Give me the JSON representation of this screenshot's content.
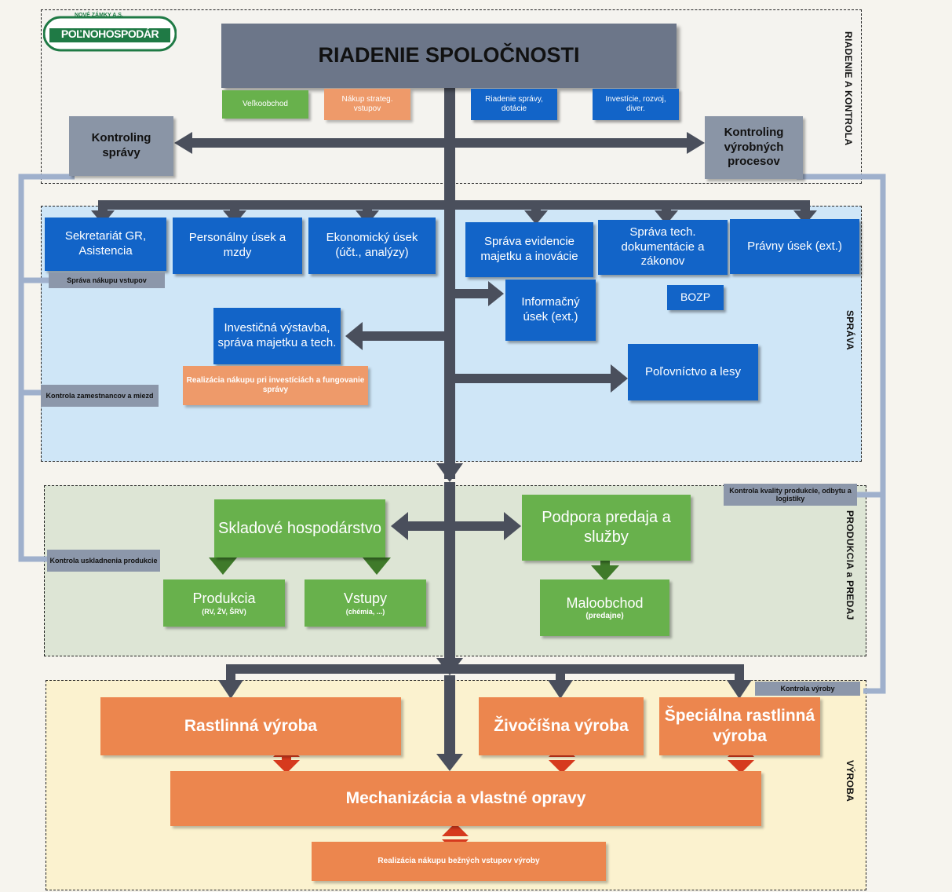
{
  "logo": {
    "top": "NOVÉ ZÁMKY A.S.",
    "main": "POĽNOHOSPODÁR"
  },
  "top": {
    "title": "RIADENIE SPOLOČNOSTI",
    "side_label": "RIADENIE A KONTROLA",
    "tiles": [
      "Veľkoobchod",
      "Nákup strateg. vstupov",
      "Riadenie správy, dotácie",
      "Investície, rozvoj, diver."
    ],
    "left_control": "Kontroling správy",
    "right_control": "Kontroling výrobných procesov"
  },
  "sprava": {
    "side_label": "SPRÁVA",
    "units": [
      "Sekretariát GR, Asistencia",
      "Personálny úsek a mzdy",
      "Ekonomický úsek (účt., analýzy)",
      "Správa evidencie majetku a inovácie",
      "Správa tech. dokumentácie a zákonov",
      "Právny úsek (ext.)"
    ],
    "purchase_tag": "Správa nákupu vstupov",
    "it": "Informačný úsek  (ext.)",
    "bozp": "BOZP",
    "invest": "Investičná výstavba, správa majetku a tech.",
    "invest_tag": "Realizácia nákupu pri investíciách a fungovanie správy",
    "hunting": "Poľovníctvo a lesy",
    "staff_tag": "Kontrola zamestnancov a miezd"
  },
  "produkcia": {
    "side_label": "PRODUKCIA a PREDAJ",
    "warehouse": "Skladové hospodárstvo",
    "sales": "Podpora predaja a služby",
    "production": "Produkcia",
    "production_sub": "(RV, ŽV, ŠRV)",
    "inputs": "Vstupy",
    "inputs_sub": "(chémia, ...)",
    "retail": "Maloobchod",
    "retail_sub": "(predajne)",
    "storage_tag": "Kontrola uskladnenia produkcie",
    "quality_tag": "Kontrola kvality produkcie, odbytu a logistiky"
  },
  "vyroba": {
    "side_label": "VÝROBA",
    "plant": "Rastlinná výroba",
    "animal": "Živočíšna výroba",
    "special": "Špeciálna rastlinná výroba",
    "mech": "Mechanizácia a vlastné opravy",
    "purchase": "Realizácia nákupu bežných vstupov výroby",
    "control_tag": "Kontrola výroby"
  },
  "colors": {
    "blue": "#1264c8",
    "green": "#68b14c",
    "orange": "#ec864e",
    "grey": "#8a95a6",
    "arrow": "#4a4f5c",
    "line": "#9fb0cc"
  }
}
